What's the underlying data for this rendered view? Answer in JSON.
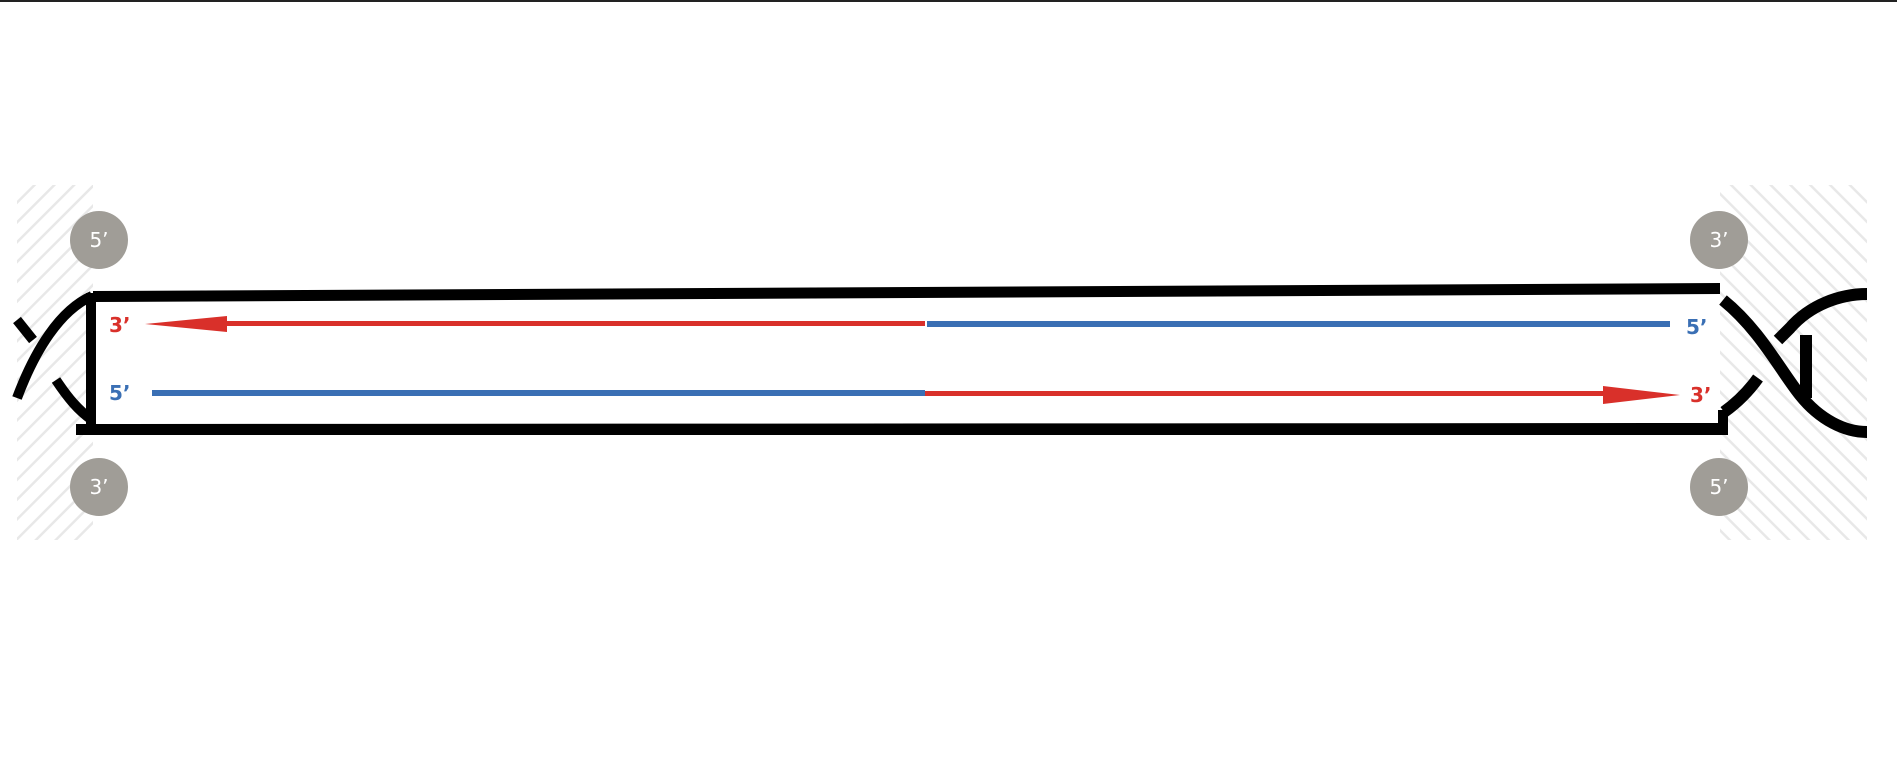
{
  "diagram": {
    "title": "",
    "colors": {
      "template_strand": "#d9302a",
      "primer_strand": "#3a6fb4",
      "backbone": "#000000",
      "end_marker": "#a09d97",
      "hatch": "#e6e6e6"
    },
    "end_markers": {
      "top_left": "5’",
      "bottom_left": "3’",
      "top_right": "3’",
      "bottom_right": "5’"
    },
    "upper_strand": {
      "left_label": "3’",
      "right_label": "5’",
      "left_segment": "red arrow pointing left",
      "right_segment": "blue line"
    },
    "lower_strand": {
      "left_label": "5’",
      "right_label": "3’",
      "left_segment": "blue line",
      "right_segment": "red arrow pointing right"
    }
  }
}
